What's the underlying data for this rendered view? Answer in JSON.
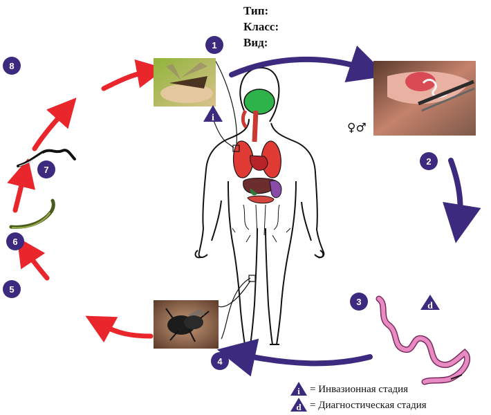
{
  "header": {
    "type_label": "Тип:",
    "class_label": "Класс:",
    "species_label": "Вид:"
  },
  "stage_numbers": [
    "1",
    "2",
    "3",
    "4",
    "5",
    "6",
    "7",
    "8"
  ],
  "markers": {
    "infective_letter": "i",
    "diagnostic_letter": "d",
    "sexes": "♀♂"
  },
  "legend": {
    "infective_text": "= Инвазионная стадия",
    "diagnostic_text": "= Диагностическая стадия"
  },
  "colors": {
    "human_stage_arrow": "#3b2a7e",
    "external_stage_arrow": "#e8262c",
    "badge": "#3b2a7e",
    "worm_pink": "#d46fa8"
  }
}
